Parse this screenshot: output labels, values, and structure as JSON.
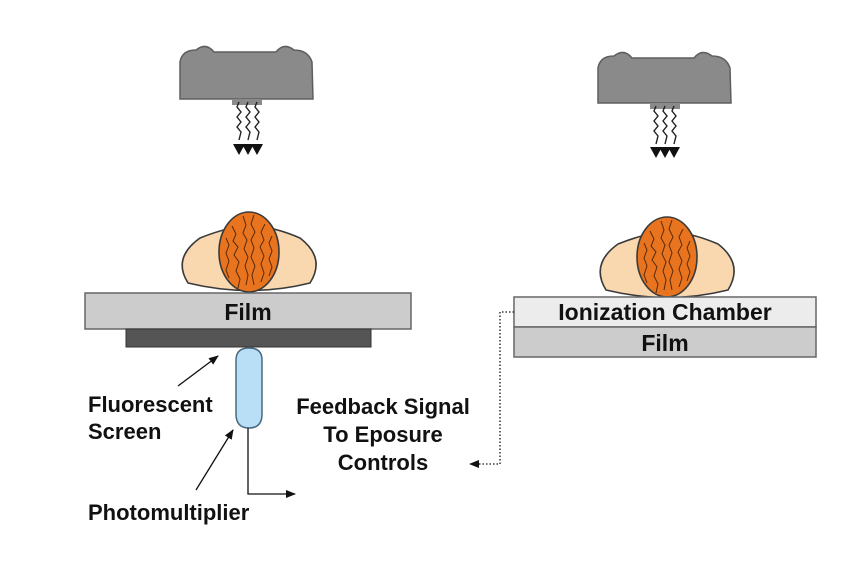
{
  "labels": {
    "film_left": "Film",
    "fluorescent_line1": "Fluorescent",
    "fluorescent_line2": "Screen",
    "photomultiplier": "Photomultiplier",
    "feedback_line1": "Feedback Signal",
    "feedback_line2": "To Eposure",
    "feedback_line3": "Controls",
    "ionization_chamber": "Ionization Chamber",
    "film_right": "Film"
  },
  "colors": {
    "tube": "#8a8a8a",
    "film": "#cccccc",
    "chamber": "#ececec",
    "screen": "#555555",
    "photomultiplier": "#b9dff7",
    "skin": "#f9d8b0",
    "hair": "#e8741f"
  },
  "icons": {
    "tube": "xray-tube-icon",
    "head": "patient-head-icon"
  }
}
